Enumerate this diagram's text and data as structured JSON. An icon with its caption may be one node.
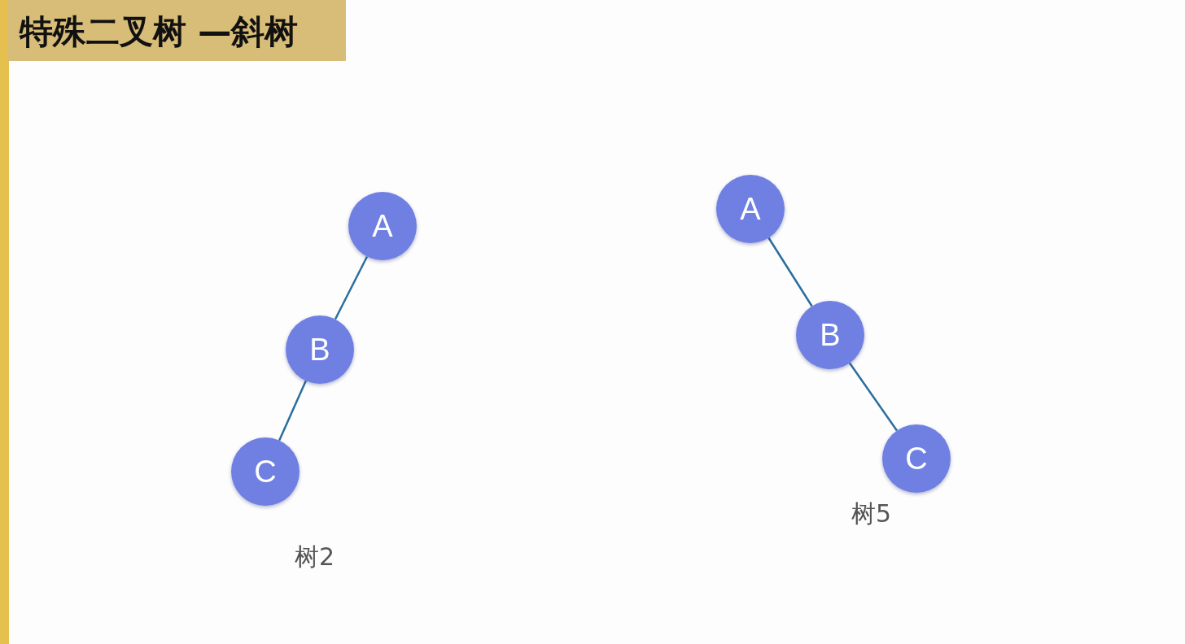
{
  "diagram": {
    "title": "特殊二叉树 —斜树",
    "nodes": [
      {
        "text": [
          "A"
        ]
      },
      {
        "text": [
          "B"
        ]
      },
      {
        "text": [
          "C"
        ]
      },
      {
        "text": [
          "A"
        ]
      },
      {
        "text": [
          "B"
        ]
      },
      {
        "text": [
          "C"
        ]
      }
    ],
    "edges": [
      {
        "from": 0,
        "to": 1,
        "arrow": "none"
      },
      {
        "from": 1,
        "to": 2,
        "arrow": "none"
      },
      {
        "from": 3,
        "to": 4,
        "arrow": "none"
      },
      {
        "from": 4,
        "to": 5,
        "arrow": "none"
      }
    ],
    "labels": [
      "树2",
      "树5"
    ]
  }
}
